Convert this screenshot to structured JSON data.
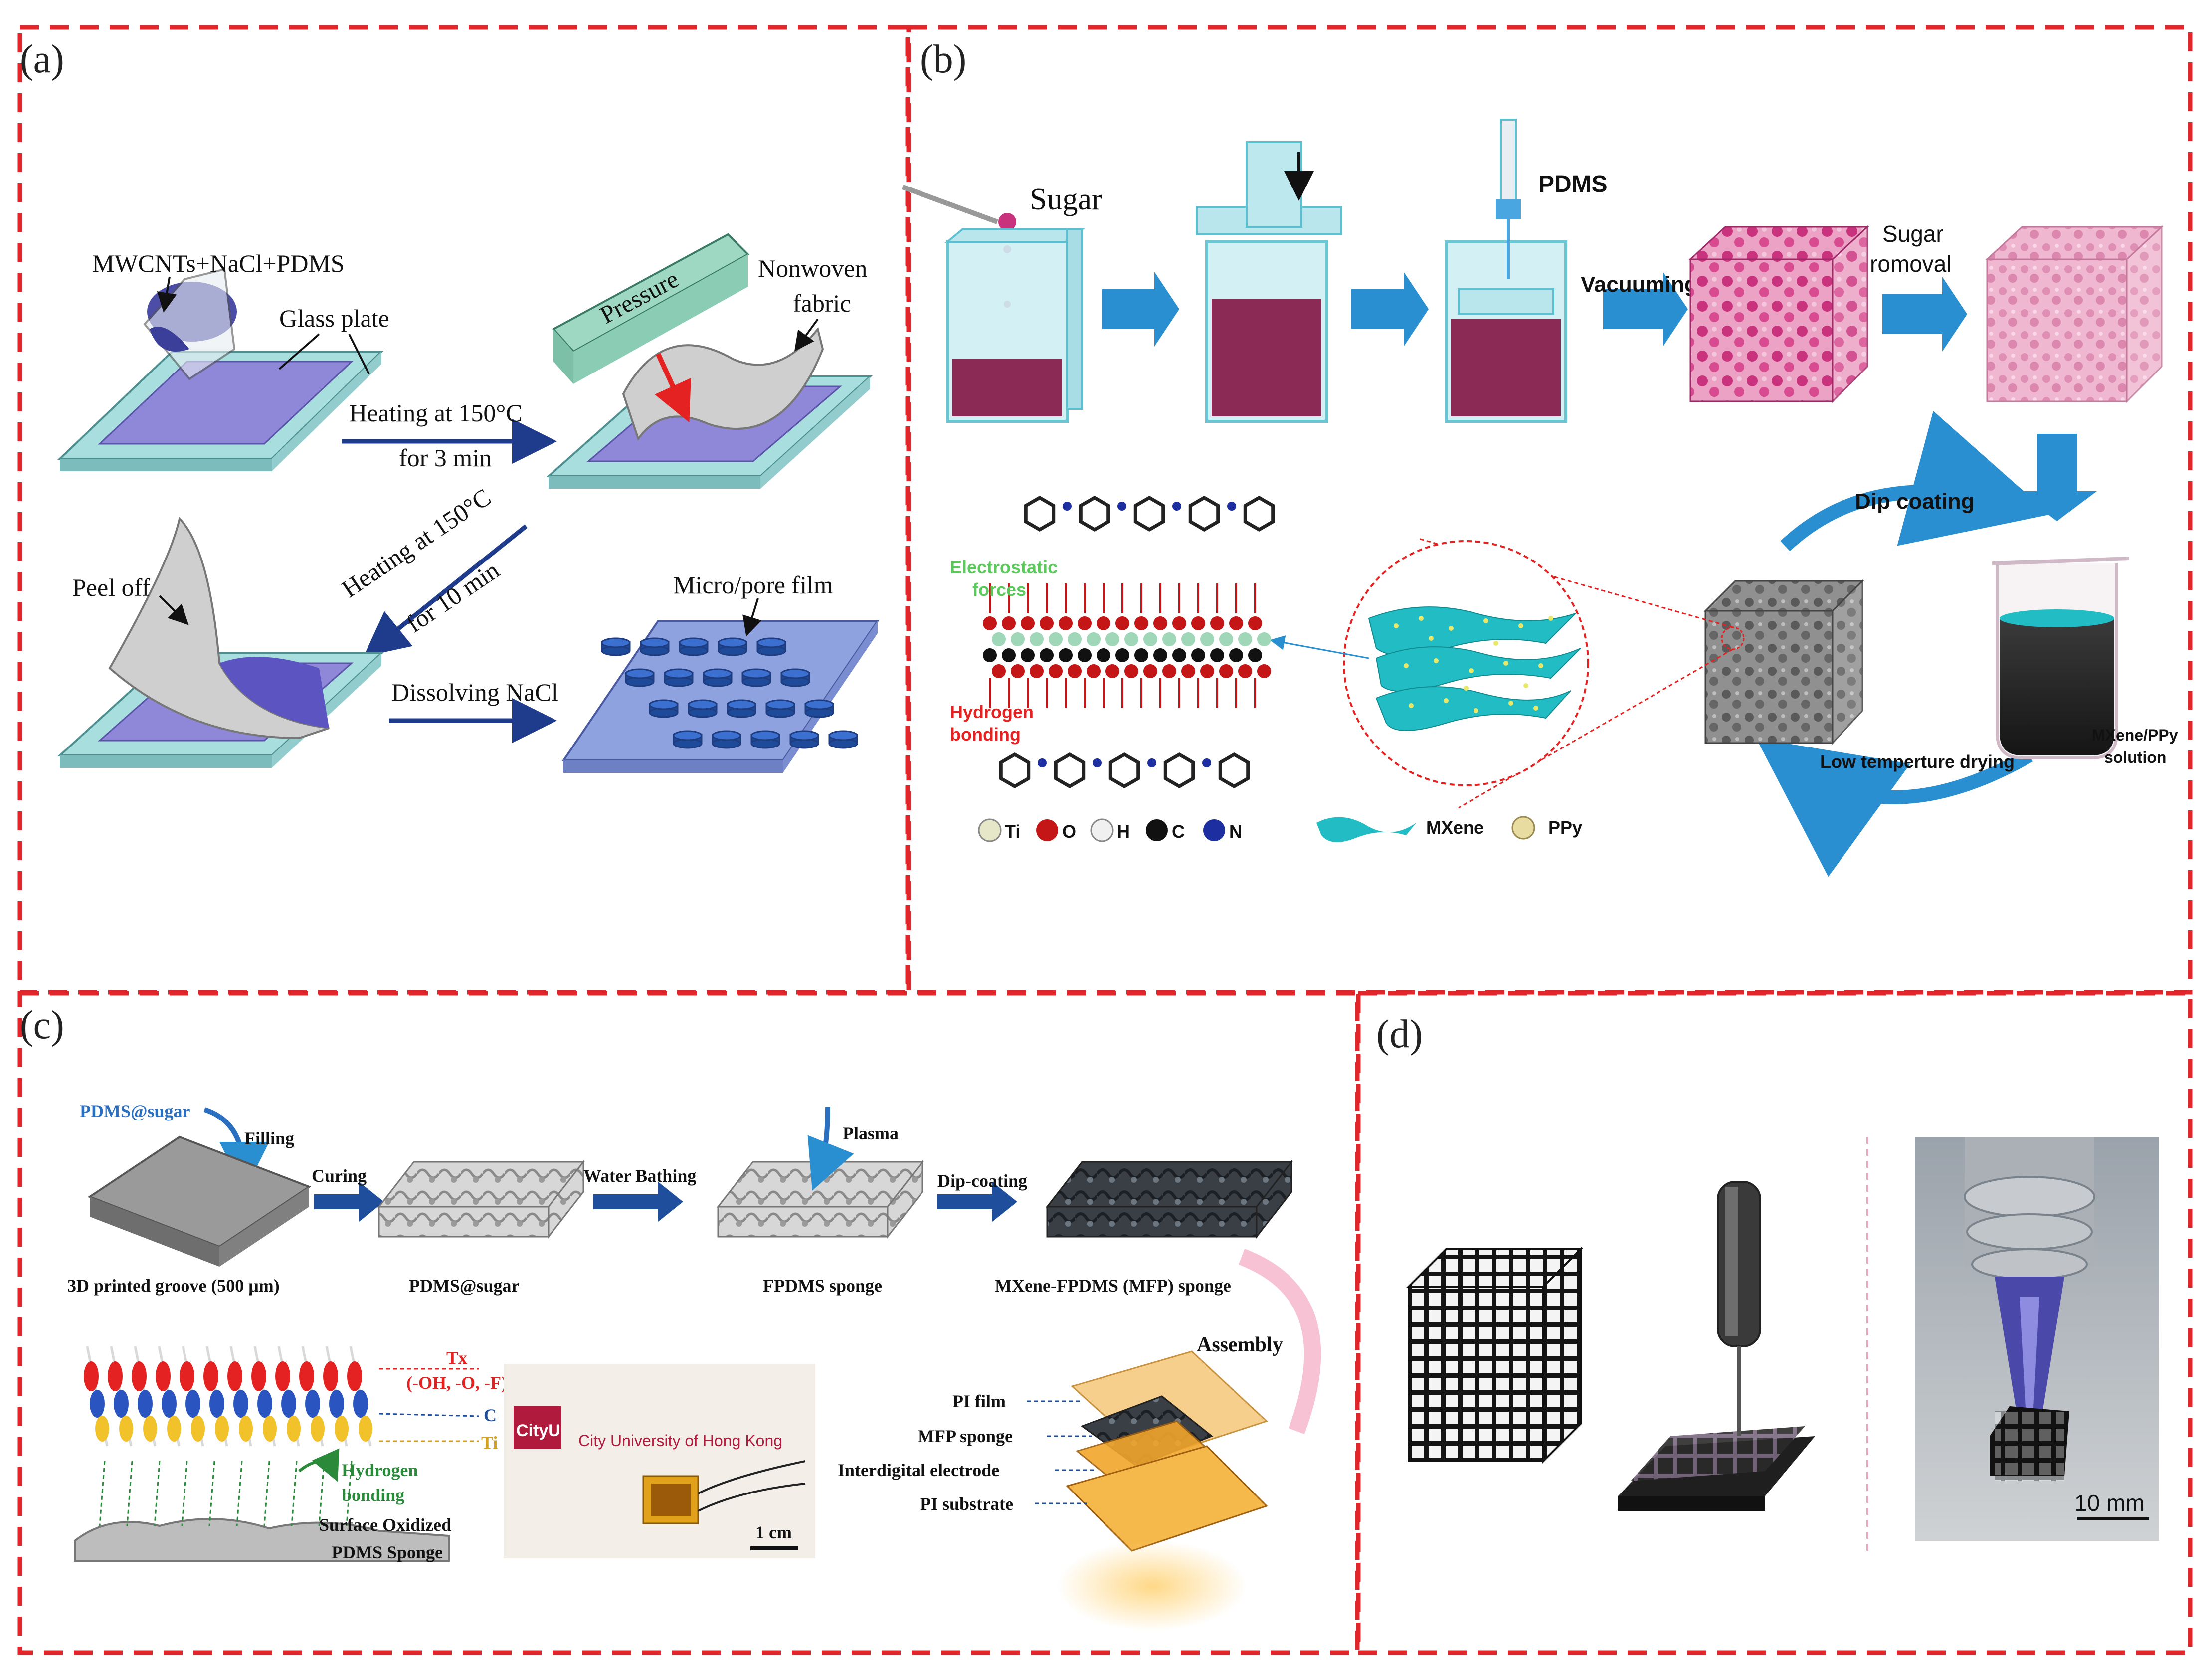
{
  "panels": {
    "a": {
      "label": "(a)",
      "texts": {
        "mwcnts": "MWCNTs+NaCl+PDMS",
        "glass": "Glass plate",
        "pressure": "Pressure",
        "nonwoven1": "Nonwoven",
        "nonwoven2": "fabric",
        "heat1a": "Heating at 150°C",
        "heat1b": "for 3 min",
        "heat2a": "Heating at 150°C",
        "heat2b": "for 10 min",
        "peel": "Peel off",
        "micro": "Micro/pore film",
        "dissolve": "Dissolving NaCl"
      }
    },
    "b": {
      "label": "(b)",
      "texts": {
        "sugar": "Sugar",
        "pdms": "PDMS",
        "vacuum": "Vacuuming",
        "removal1": "Sugar",
        "removal2": "romoval",
        "dip": "Dip coating",
        "lowtemp": "Low temperture drying",
        "solution1": "MXene/PPy",
        "solution2": "solution",
        "electro1": "Electrostatic",
        "electro2": "forces",
        "hydro1": "Hydrogen",
        "hydro2": "bonding",
        "ti": "Ti",
        "o": "O",
        "h": "H",
        "c": "C",
        "n": "N",
        "mxene": "MXene",
        "ppy": "PPy"
      }
    },
    "c": {
      "label": "(c)",
      "texts": {
        "pdmssugar_top": "PDMS@sugar",
        "filling": "Filling",
        "curing": "Curing",
        "water": "Water Bathing",
        "plasma": "Plasma",
        "dipc": "Dip-coating",
        "groove": "3D  printed groove (500 μm)",
        "pdmssugar": "PDMS@sugar",
        "fpdms": "FPDMS sponge",
        "mfp": "MXene-FPDMS (MFP) sponge",
        "assembly": "Assembly",
        "tx1": "Tx",
        "tx2": "(-OH, -O, -F)",
        "cl": "C",
        "til": "Ti",
        "hb1": "Hydrogen",
        "hb2": "bonding",
        "surf1": "Surface Oxidized",
        "surf2": "PDMS Sponge",
        "cityu": "CityU",
        "cityname": "City University of Hong Kong",
        "scale": "1 cm",
        "pi_film": "PI film",
        "mfp_sponge": "MFP sponge",
        "electrode": "Interdigital electrode",
        "pi_sub": "PI substrate"
      }
    },
    "d": {
      "label": "(d)",
      "texts": {
        "scale": "10 mm"
      }
    }
  },
  "colors": {
    "frame": "#e0262b",
    "arrow_a": "#1f3c8c",
    "arrow_b": "#2a8fd0",
    "arrow_c": "#1f4f9c",
    "glass": "#a8dede",
    "film": "#8f87d8",
    "mxene": "#22bcc4",
    "sponge_pink": "#e18cb4",
    "sponge_grey": "#7d7d7d",
    "pi": "#f2a62c"
  }
}
